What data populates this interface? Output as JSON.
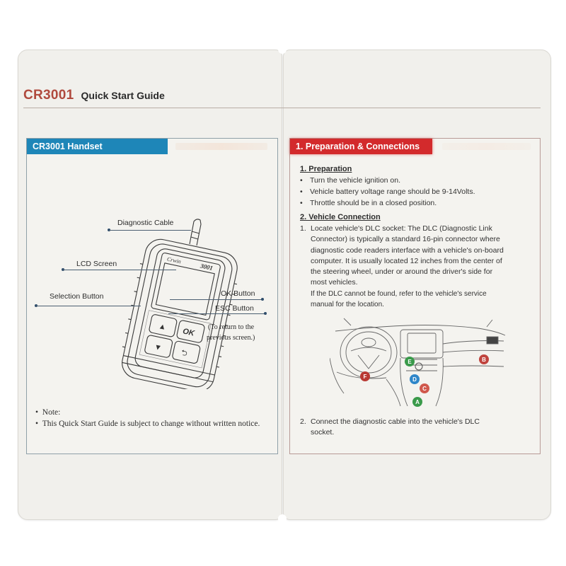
{
  "header": {
    "model": "CR3001",
    "title": "Quick Start Guide"
  },
  "left_panel": {
    "heading": "CR3001 Handset",
    "device_brand_mark": "Crwin",
    "device_model_mark": "3001",
    "device_buttons": {
      "up": "▲",
      "down": "▼",
      "ok": "OK",
      "esc": "⮌"
    },
    "callouts": {
      "diagnostic_cable": "Diagnostic Cable",
      "lcd_screen": "LCD Screen",
      "selection_button": "Selection Button",
      "ok_button": "OK Button",
      "esc_button": "ESC Button",
      "esc_note_line1": "(To return to the",
      "esc_note_line2": "previous screen.)"
    },
    "notes": [
      "Note:",
      "This Quick Start Guide is subject to change without written notice."
    ]
  },
  "right_panel": {
    "heading": "1. Preparation & Connections",
    "preparation": {
      "title": "1. Preparation",
      "bullets": [
        "Turn the vehicle ignition on.",
        "Vehicle battery voltage range should be 9-14Volts.",
        "Throttle should be in a closed position."
      ]
    },
    "vehicle_connection": {
      "title": "2. Vehicle Connection",
      "step1_number": "1.",
      "step1_lines": [
        "Locate vehicle's DLC socket: The DLC (Diagnostic Link",
        "Connector) is typically a standard 16-pin connector where",
        "diagnostic code readers interface with a vehicle's on-board",
        "computer. It is usually located 12 inches from the center of",
        "the steering wheel, under or around the driver's side for",
        "most vehicles.",
        "If the DLC cannot be found, refer to the vehicle's service",
        "manual for the location."
      ],
      "step2_number": "2.",
      "step2_lines": [
        "Connect the diagnostic cable into the vehicle's DLC",
        "socket."
      ]
    },
    "dashboard_markers": [
      {
        "id": "A",
        "color": "#3a9a4a"
      },
      {
        "id": "B",
        "color": "#c0443e"
      },
      {
        "id": "C",
        "color": "#d0584c"
      },
      {
        "id": "D",
        "color": "#2f86c9"
      },
      {
        "id": "E",
        "color": "#3a9a4a"
      },
      {
        "id": "F",
        "color": "#b93a34"
      }
    ]
  },
  "colors": {
    "model_red": "#b04a3e",
    "left_header_blue": "#1e86b8",
    "right_header_red": "#d32a2c"
  }
}
